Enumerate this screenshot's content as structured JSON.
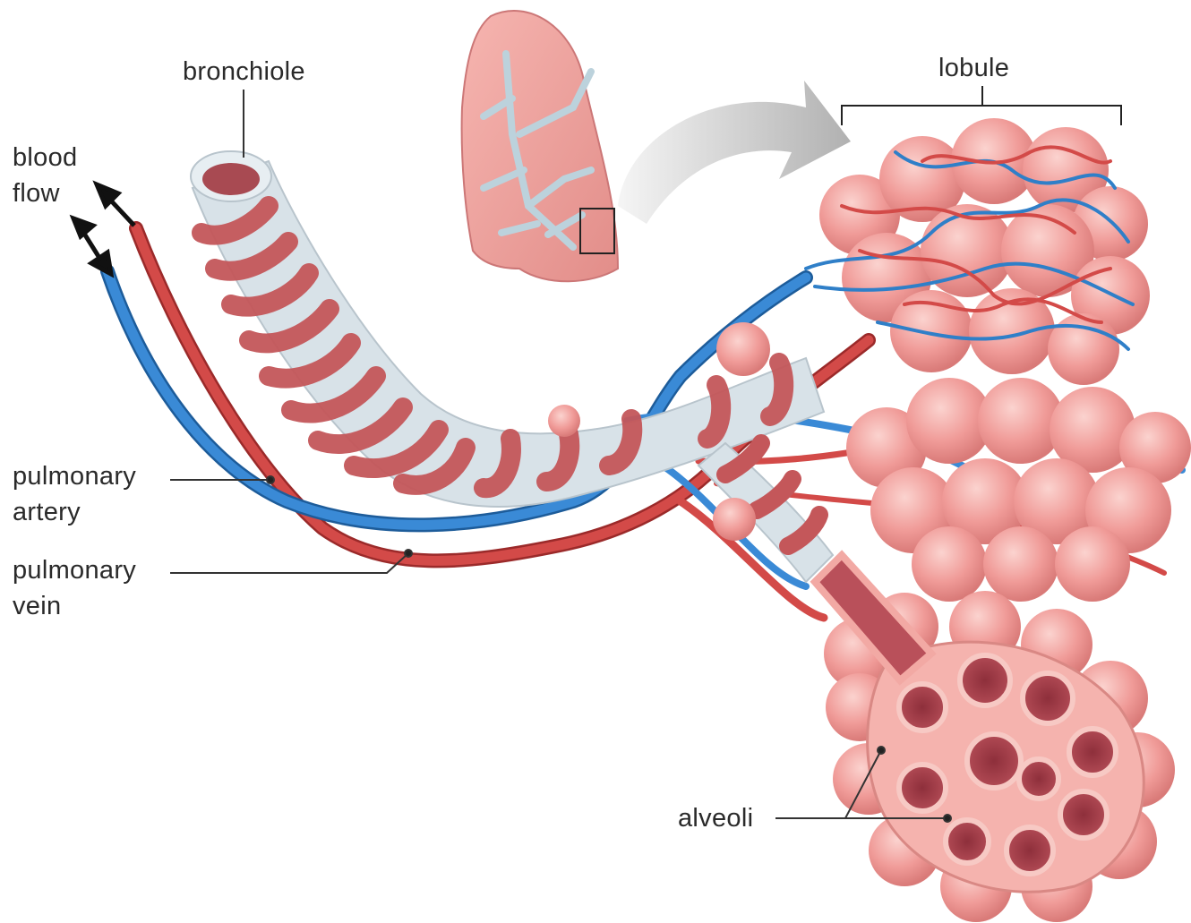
{
  "labels": {
    "bronchiole": "bronchiole",
    "lobule": "lobule",
    "blood_flow": [
      "blood",
      "flow"
    ],
    "pulmonary_artery": [
      "pulmonary",
      "artery"
    ],
    "pulmonary_vein": [
      "pulmonary",
      "vein"
    ],
    "alveoli": "alveoli"
  },
  "colors": {
    "muscle_red": "#c8585a",
    "tube_gray": "#d4dde3",
    "alveolus_pink": "#f2a0a0",
    "alveolus_dark": "#7a2a35",
    "artery_blue": "#2f7fc8",
    "vein_red": "#d0403e",
    "leader_line": "#333333"
  }
}
